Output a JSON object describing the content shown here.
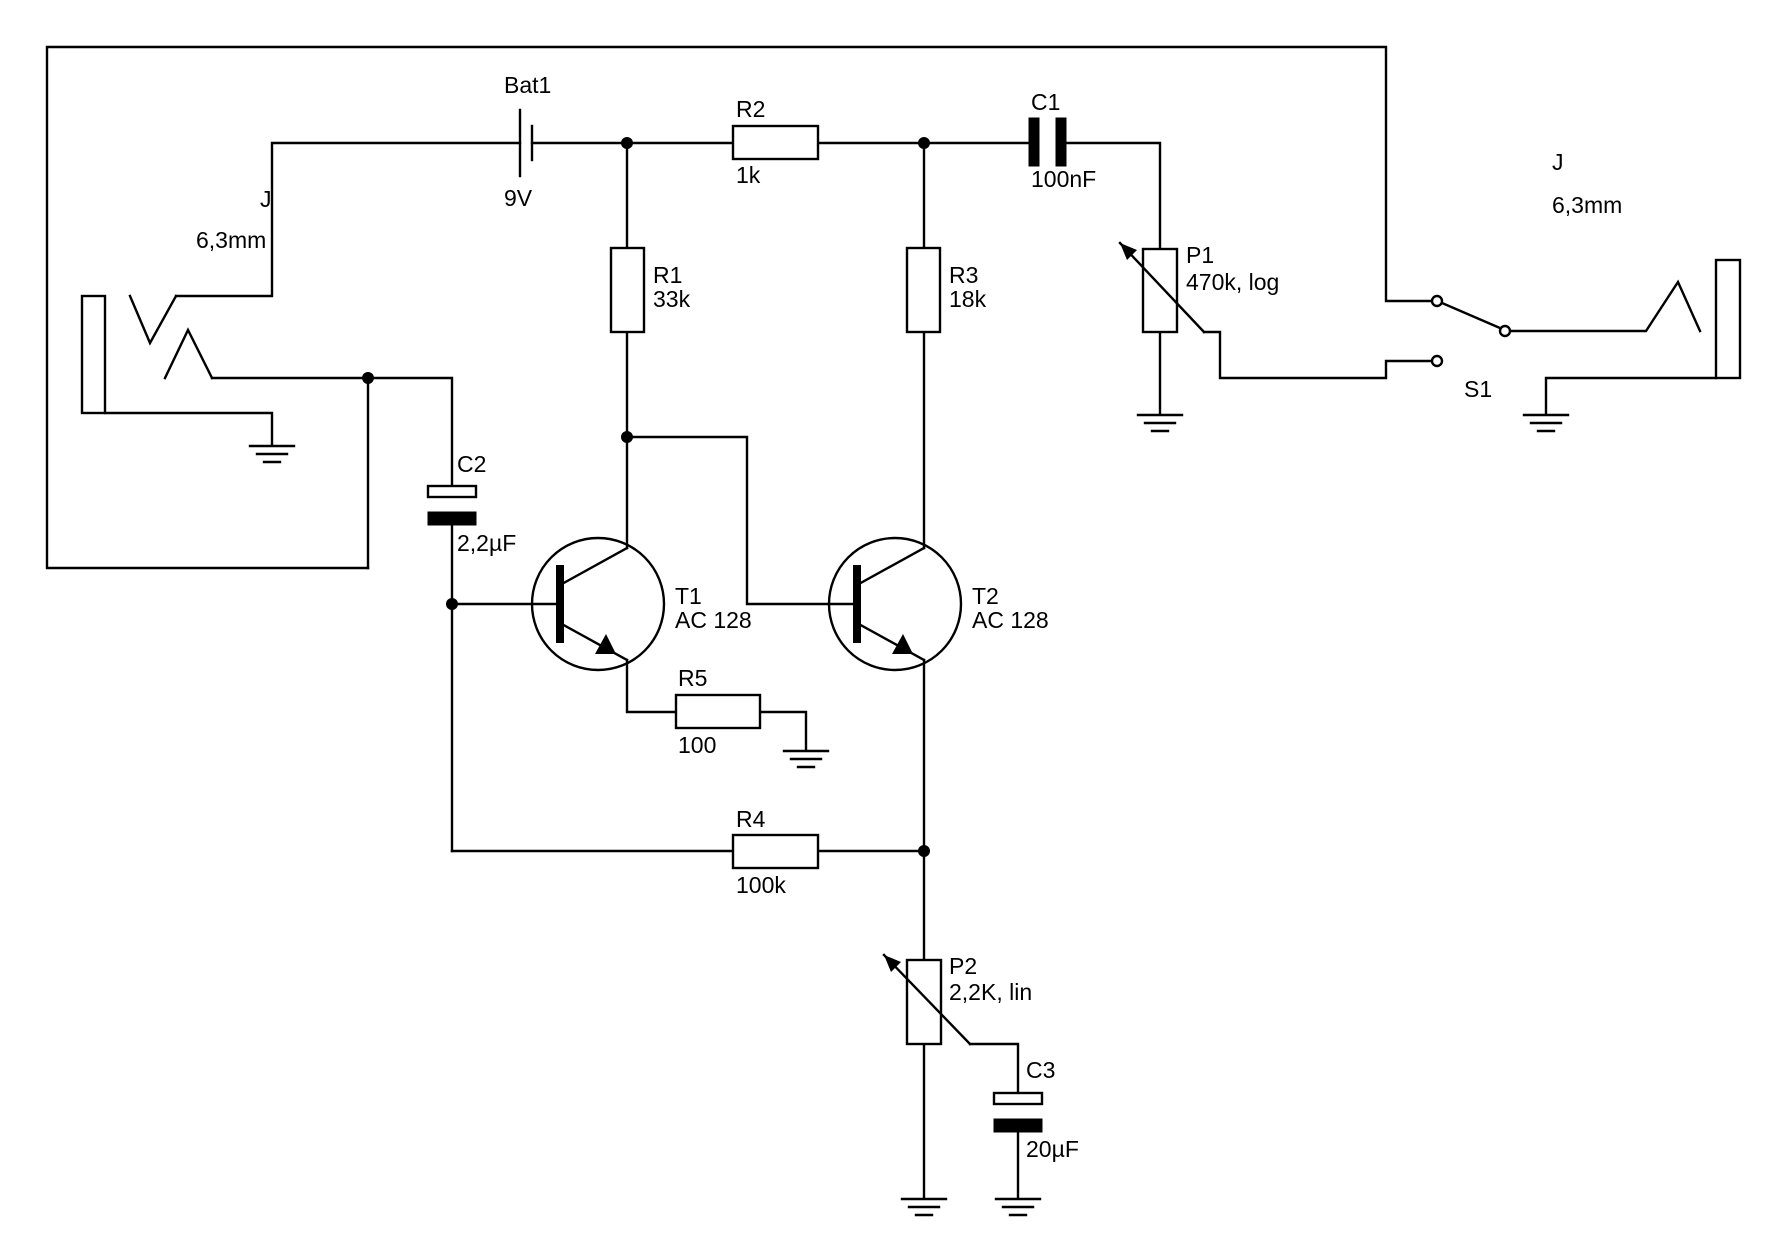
{
  "components": {
    "bat1": {
      "ref": "Bat1",
      "value": "9V"
    },
    "r1": {
      "ref": "R1",
      "value": "33k"
    },
    "r2": {
      "ref": "R2",
      "value": "1k"
    },
    "r3": {
      "ref": "R3",
      "value": "18k"
    },
    "r4": {
      "ref": "R4",
      "value": "100k"
    },
    "r5": {
      "ref": "R5",
      "value": "100"
    },
    "c1": {
      "ref": "C1",
      "value": "100nF"
    },
    "c2": {
      "ref": "C2",
      "value": "2,2µF"
    },
    "c3": {
      "ref": "C3",
      "value": "20µF"
    },
    "p1": {
      "ref": "P1",
      "value": "470k, log"
    },
    "p2": {
      "ref": "P2",
      "value": "2,2K, lin"
    },
    "t1": {
      "ref": "T1",
      "value": "AC 128"
    },
    "t2": {
      "ref": "T2",
      "value": "AC 128"
    },
    "s1": {
      "ref": "S1"
    },
    "jack_in": {
      "ref": "J",
      "value": "6,3mm"
    },
    "jack_out": {
      "ref": "J",
      "value": "6,3mm"
    }
  }
}
